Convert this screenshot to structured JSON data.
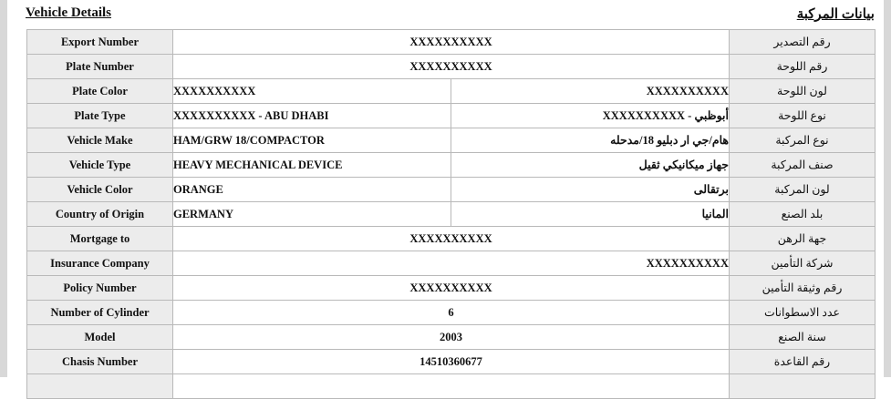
{
  "header": {
    "title_en": "Vehicle Details",
    "title_ar": "بيانات المركبة"
  },
  "rows": [
    {
      "label_en": "Export Number",
      "label_ar": "رقم التصدير",
      "value": "XXXXXXXXXX"
    },
    {
      "label_en": "Plate Number",
      "label_ar": "رقم اللوحة",
      "value": "XXXXXXXXXX"
    },
    {
      "label_en": "Plate Color",
      "label_ar": "لون اللوحة",
      "value_en": "XXXXXXXXXX",
      "value_ar": "XXXXXXXXXX"
    },
    {
      "label_en": "Plate Type",
      "label_ar": "نوع اللوحة",
      "value_en": "XXXXXXXXXX - ABU DHABI",
      "value_ar": "أبوظبي - XXXXXXXXXX"
    },
    {
      "label_en": "Vehicle Make",
      "label_ar": "نوع المركبة",
      "value_en": "HAM/GRW 18/COMPACTOR",
      "value_ar": "هام/جي ار دبليو 18/مدحله"
    },
    {
      "label_en": "Vehicle Type",
      "label_ar": "صنف المركبة",
      "value_en": "HEAVY MECHANICAL DEVICE",
      "value_ar": "جهاز ميكانيكي ثقيل"
    },
    {
      "label_en": "Vehicle Color",
      "label_ar": "لون المركبة",
      "value_en": "ORANGE",
      "value_ar": "برتقالى"
    },
    {
      "label_en": "Country of Origin",
      "label_ar": "بلد الصنع",
      "value_en": "GERMANY",
      "value_ar": "المانيا"
    },
    {
      "label_en": "Mortgage to",
      "label_ar": "جهة الرهن",
      "value": "XXXXXXXXXX"
    },
    {
      "label_en": "Insurance Company",
      "label_ar": "شركة التأمين",
      "value": "XXXXXXXXXX"
    },
    {
      "label_en": "Policy Number",
      "label_ar": "رقم وثيقة التأمين",
      "value": "XXXXXXXXXX"
    },
    {
      "label_en": "Number of Cylinder",
      "label_ar": "عدد الاسطوانات",
      "value": "6"
    },
    {
      "label_en": "Model",
      "label_ar": "سنة الصنع",
      "value": "2003"
    },
    {
      "label_en": "Chasis Number",
      "label_ar": "رقم القاعدة",
      "value": "14510360677"
    }
  ]
}
